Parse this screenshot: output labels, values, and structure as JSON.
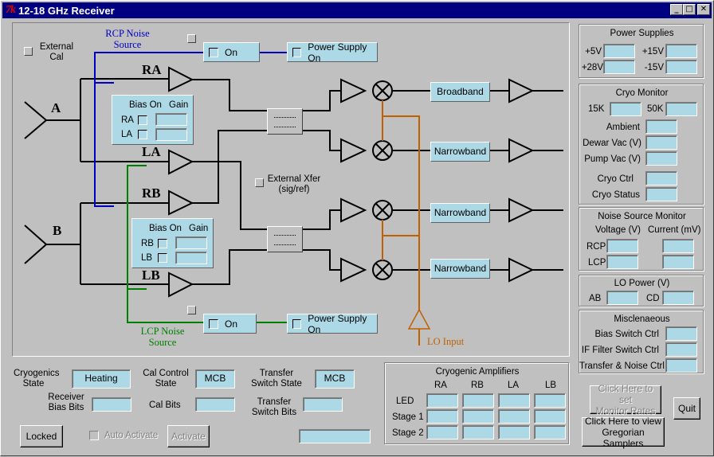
{
  "window": {
    "title": "12-18 GHz Receiver",
    "app_icon": "7k",
    "controls": {
      "minimize": "_",
      "maximize": "□",
      "close": "✕"
    }
  },
  "diagram": {
    "external_cal": "External\nCal",
    "rcp_noise_source": "RCP Noise\nSource",
    "lcp_noise_source": "LCP Noise\nSource",
    "rcp_on_label": "On",
    "rcp_power_supply_label": "Power Supply On",
    "lcp_on_label": "On",
    "lcp_power_supply_label": "Power Supply On",
    "feed_a": "A",
    "feed_b": "B",
    "amp_ra": "RA",
    "amp_la": "LA",
    "amp_rb": "RB",
    "amp_lb": "LB",
    "bias_a": {
      "bias_on": "Bias On",
      "gain": "Gain",
      "row1": "RA",
      "row2": "LA"
    },
    "bias_b": {
      "bias_on": "Bias On",
      "gain": "Gain",
      "row1": "RB",
      "row2": "LB"
    },
    "external_xfer": "External Xfer\n(sig/ref)",
    "filters": [
      "Broadband",
      "Narrowband",
      "Narrowband",
      "Narrowband"
    ],
    "lo_input": "LO Input",
    "colors": {
      "rcp": "#0000c0",
      "lcp": "#008000",
      "lo": "#c06000"
    }
  },
  "power_supplies": {
    "title": "Power Supplies",
    "labels": [
      "+5V",
      "+15V",
      "+28V",
      "-15V"
    ],
    "values": [
      "",
      "",
      "",
      ""
    ]
  },
  "cryo_monitor": {
    "title": "Cryo Monitor",
    "k15": "15K",
    "k50": "50K",
    "ambient": "Ambient",
    "dewar_vac": "Dewar Vac (V)",
    "pump_vac": "Pump Vac (V)",
    "cryo_ctrl": "Cryo Ctrl",
    "cryo_status": "Cryo Status"
  },
  "noise_source_monitor": {
    "title": "Noise Source Monitor",
    "voltage": "Voltage (V)",
    "current": "Current (mV)",
    "rcp": "RCP",
    "lcp": "LCP"
  },
  "lo_power": {
    "title": "LO Power (V)",
    "ab": "AB",
    "cd": "CD"
  },
  "misc": {
    "title": "Misclenaeous",
    "bias_switch": "Bias Switch Ctrl",
    "if_filter": "IF Filter Switch Ctrl",
    "transfer_noise": "Transfer & Noise Ctrl"
  },
  "status": {
    "cryogenics_state_label": "Cryogenics\nState",
    "cryogenics_state_value": "Heating",
    "cal_control_state_label": "Cal Control\nState",
    "cal_control_state_value": "MCB",
    "transfer_switch_state_label": "Transfer\nSwitch State",
    "transfer_switch_state_value": "MCB",
    "receiver_bias_bits_label": "Receiver\nBias Bits",
    "cal_bits_label": "Cal Bits",
    "transfer_switch_bits_label": "Transfer\nSwitch Bits"
  },
  "controls": {
    "locked": "Locked",
    "auto_activate": "Auto Activate",
    "activate": "Activate"
  },
  "cryogenic_amplifiers": {
    "title": "Cryogenic Amplifiers",
    "columns": [
      "RA",
      "RB",
      "LA",
      "LB"
    ],
    "rows": [
      "LED",
      "Stage 1",
      "Stage 2"
    ]
  },
  "buttons": {
    "monitor_rates": "Click Here to set\nMonitor Rates",
    "quit": "Quit",
    "gregorian": "Click Here to view\nGregorian Samplers"
  }
}
